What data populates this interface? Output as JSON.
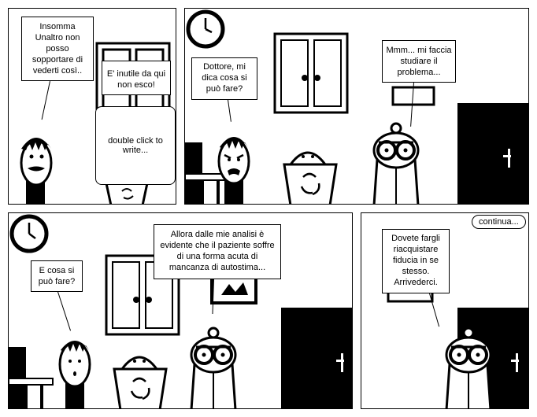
{
  "panels": [
    {
      "bubbles": [
        "Insomma Unaltro non posso sopportare di vederti così..",
        "E' inutile da qui non esco!"
      ],
      "edit_placeholder": "double click to write..."
    },
    {
      "bubbles": [
        "Dottore, mi dica cosa si può fare?",
        "Mmm... mi faccia studiare il problema..."
      ]
    },
    {
      "bubbles": [
        "E cosa si può fare?",
        "Allora dalle mie analisi è evidente che il paziente soffre di una forma acuta di mancanza di autostima..."
      ]
    },
    {
      "bubbles": [
        "Dovete fargli riacquistare fiducia in se stesso. Arrivederci."
      ],
      "continue_label": "continua..."
    }
  ]
}
